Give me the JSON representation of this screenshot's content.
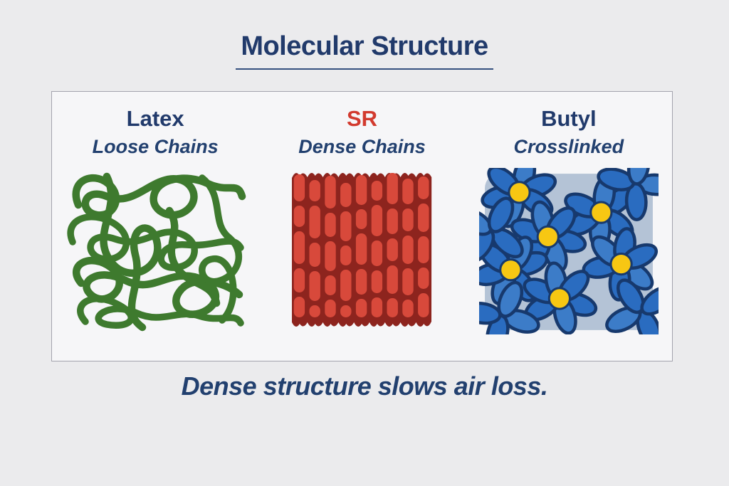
{
  "title": "Molecular Structure",
  "caption": "Dense structure slows air loss.",
  "panels": [
    {
      "id": "latex",
      "name": "Latex",
      "subtitle": "Loose Chains",
      "graphic": "loose-chains-tangle"
    },
    {
      "id": "sr",
      "name": "SR",
      "subtitle": "Dense Chains",
      "graphic": "dense-chains-segments"
    },
    {
      "id": "butyl",
      "name": "Butyl",
      "subtitle": "Crosslinked",
      "graphic": "crosslinked-network"
    }
  ],
  "colors": {
    "background": "#ebebed",
    "panel_background": "#f6f6f8",
    "panel_border": "#a3a3ad",
    "navy_text": "#213a6b",
    "red_text": "#d23a2e",
    "green_chain": "#3e7a2e",
    "maroon_background": "#8d241e",
    "red_segment": "#d8493b",
    "blue_petal": "#2a6cc0",
    "blue_petal_alt": "#3c7cc8",
    "blue_outline": "#17396d",
    "light_blue_filler": "#b4c3d6",
    "yellow_node": "#f7c713"
  }
}
